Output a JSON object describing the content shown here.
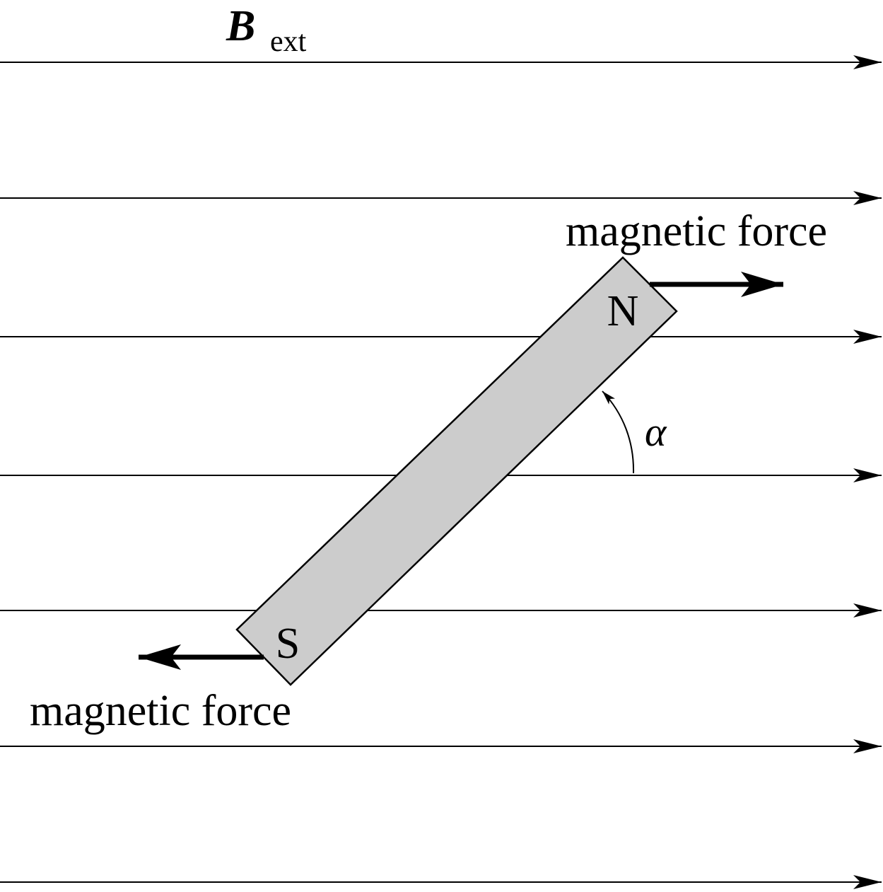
{
  "field": {
    "label_main": "B",
    "label_sub": "ext",
    "line_count": 7
  },
  "magnet": {
    "north_label": "N",
    "south_label": "S",
    "fill_color": "#cccccc"
  },
  "angle": {
    "label": "α"
  },
  "forces": {
    "north_label": "magnetic force",
    "south_label": "magnetic force"
  }
}
